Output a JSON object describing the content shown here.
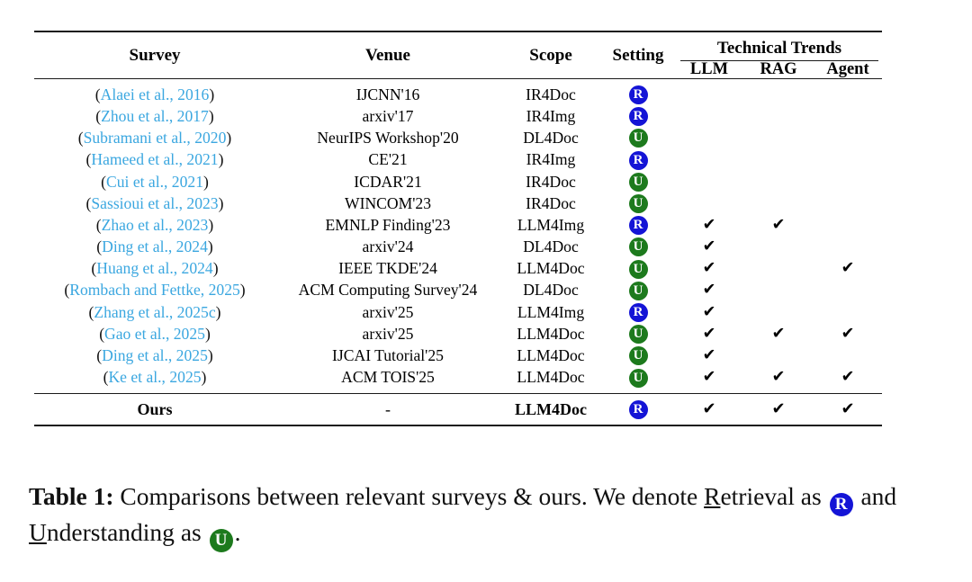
{
  "table": {
    "headers": {
      "survey": "Survey",
      "venue": "Venue",
      "scope": "Scope",
      "setting": "Setting",
      "group": "Technical Trends",
      "llm": "LLM",
      "rag": "RAG",
      "agent": "Agent"
    },
    "rows": [
      {
        "survey_open": "(",
        "survey": "Alaei et al., 2016",
        "survey_close": ")",
        "venue": "IJCNN'16",
        "scope": "IR4Doc",
        "setting": "R",
        "llm": "",
        "rag": "",
        "agent": ""
      },
      {
        "survey_open": "(",
        "survey": "Zhou et al., 2017",
        "survey_close": ")",
        "venue": "arxiv'17",
        "scope": "IR4Img",
        "setting": "R",
        "llm": "",
        "rag": "",
        "agent": ""
      },
      {
        "survey_open": "(",
        "survey": "Subramani et al., 2020",
        "survey_close": ")",
        "venue": "NeurIPS Workshop'20",
        "scope": "DL4Doc",
        "setting": "U",
        "llm": "",
        "rag": "",
        "agent": ""
      },
      {
        "survey_open": "(",
        "survey": "Hameed et al., 2021",
        "survey_close": ")",
        "venue": "CE'21",
        "scope": "IR4Img",
        "setting": "R",
        "llm": "",
        "rag": "",
        "agent": ""
      },
      {
        "survey_open": "(",
        "survey": "Cui et al., 2021",
        "survey_close": ")",
        "venue": "ICDAR'21",
        "scope": "IR4Doc",
        "setting": "U",
        "llm": "",
        "rag": "",
        "agent": ""
      },
      {
        "survey_open": "(",
        "survey": "Sassioui et al., 2023",
        "survey_close": ")",
        "venue": "WINCOM'23",
        "scope": "IR4Doc",
        "setting": "U",
        "llm": "",
        "rag": "",
        "agent": ""
      },
      {
        "survey_open": "(",
        "survey": "Zhao et al., 2023",
        "survey_close": ")",
        "venue": "EMNLP Finding'23",
        "scope": "LLM4Img",
        "setting": "R",
        "llm": "✔",
        "rag": "✔",
        "agent": ""
      },
      {
        "survey_open": "(",
        "survey": "Ding et al., 2024",
        "survey_close": ")",
        "venue": "arxiv'24",
        "scope": "DL4Doc",
        "setting": "U",
        "llm": "✔",
        "rag": "",
        "agent": ""
      },
      {
        "survey_open": "(",
        "survey": "Huang et al., 2024",
        "survey_close": ")",
        "venue": "IEEE TKDE'24",
        "scope": "LLM4Doc",
        "setting": "U",
        "llm": "✔",
        "rag": "",
        "agent": "✔"
      },
      {
        "survey_open": "(",
        "survey": "Rombach and Fettke, 2025",
        "survey_close": ")",
        "venue": "ACM Computing Survey'24",
        "scope": "DL4Doc",
        "setting": "U",
        "llm": "✔",
        "rag": "",
        "agent": ""
      },
      {
        "survey_open": "(",
        "survey": "Zhang et al., 2025c",
        "survey_close": ")",
        "venue": "arxiv'25",
        "scope": "LLM4Img",
        "setting": "R",
        "llm": "✔",
        "rag": "",
        "agent": ""
      },
      {
        "survey_open": "(",
        "survey": "Gao et al., 2025",
        "survey_close": ")",
        "venue": "arxiv'25",
        "scope": "LLM4Doc",
        "setting": "U",
        "llm": "✔",
        "rag": "✔",
        "agent": "✔"
      },
      {
        "survey_open": "(",
        "survey": "Ding et al., 2025",
        "survey_close": ")",
        "venue": "IJCAI Tutorial'25",
        "scope": "LLM4Doc",
        "setting": "U",
        "llm": "✔",
        "rag": "",
        "agent": ""
      },
      {
        "survey_open": "(",
        "survey": "Ke et al., 2025",
        "survey_close": ")",
        "venue": "ACM TOIS'25",
        "scope": "LLM4Doc",
        "setting": "U",
        "llm": "✔",
        "rag": "✔",
        "agent": "✔"
      }
    ],
    "ours_row": {
      "survey": "Ours",
      "venue": "-",
      "scope": "LLM4Doc",
      "setting": "R",
      "llm": "✔",
      "rag": "✔",
      "agent": "✔"
    }
  },
  "caption": {
    "label": "Table 1:",
    "text_part1": " Comparisons between relevant surveys & ours. We denote ",
    "retrieval_initial": "R",
    "retrieval_rest": "etrieval",
    "text_part2": " as ",
    "badge_r": "R",
    "text_part3": " and ",
    "understanding_initial": "U",
    "understanding_rest": "nderstanding",
    "text_part4": " as ",
    "badge_u": "U",
    "text_part5": "."
  },
  "colors": {
    "citation_blue": "#3ba7e0",
    "badge_retrieval": "#1414d6",
    "badge_understanding": "#1d7a1d",
    "rule": "#1a1a1a"
  }
}
